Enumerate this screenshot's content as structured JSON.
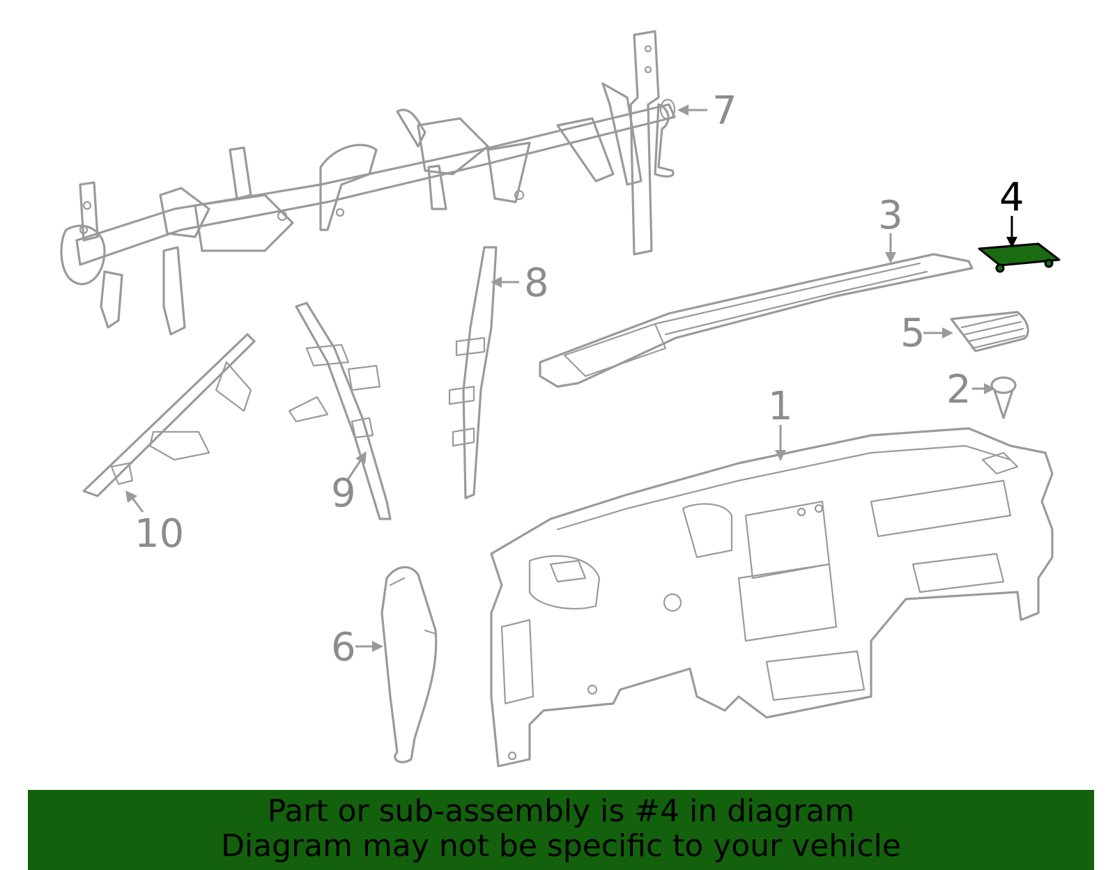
{
  "callouts": {
    "c1": "1",
    "c2": "2",
    "c3": "3",
    "c4": "4",
    "c5": "5",
    "c6": "6",
    "c7": "7",
    "c8": "8",
    "c9": "9",
    "c10": "10"
  },
  "highlighted_part": "4",
  "colors": {
    "part_stroke": "#9a9a9a",
    "highlight_fill": "#1a6b12",
    "banner_bg": "#13610c"
  },
  "banner": {
    "line1": "Part or sub-assembly is #4 in diagram",
    "line2": "Diagram may not be specific to your vehicle"
  }
}
